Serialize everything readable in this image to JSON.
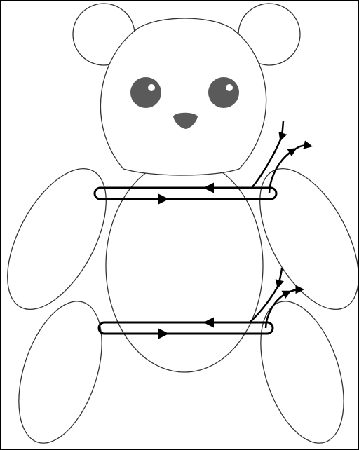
{
  "diagram": {
    "subject": "teddy-bear",
    "colors": {
      "outline": "#333333",
      "fill": "#ffffff",
      "eye": "#5a5a5a",
      "nose": "#5a5a5a",
      "thread": "#000000",
      "border": "#000000"
    },
    "loops": [
      {
        "id": "upper",
        "arrow_directions": [
          "left",
          "right"
        ]
      },
      {
        "id": "lower",
        "arrow_directions": [
          "left",
          "right"
        ]
      }
    ]
  }
}
